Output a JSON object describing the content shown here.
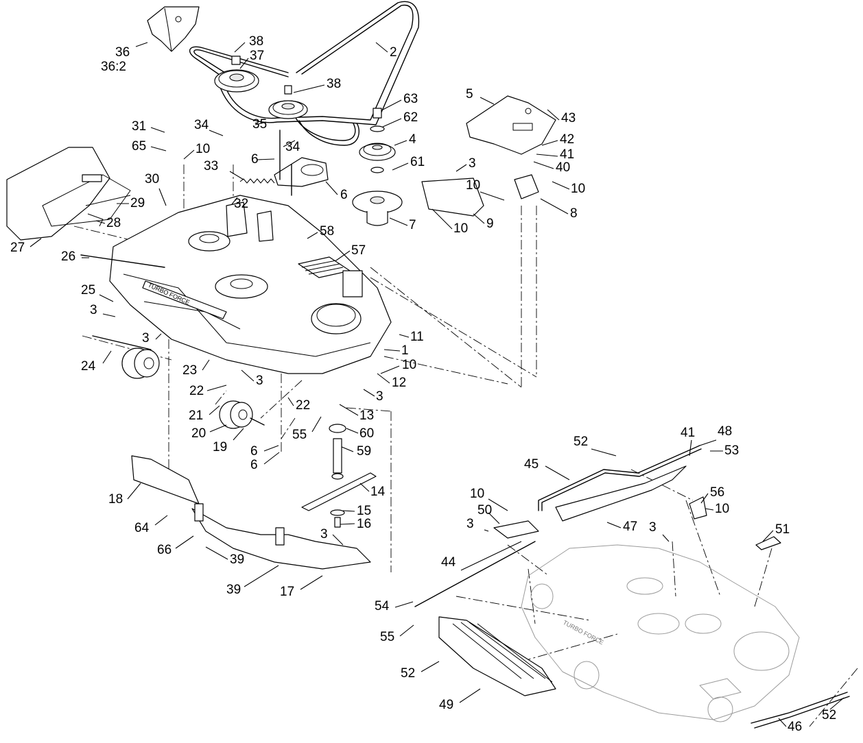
{
  "diagram": {
    "deck_text": "TURBO FORCE",
    "ghost_deck_text": "TURBO FORCE",
    "callouts": [
      {
        "label": "36"
      },
      {
        "label": "36:2"
      },
      {
        "label": "38"
      },
      {
        "label": "37"
      },
      {
        "label": "2"
      },
      {
        "label": "38"
      },
      {
        "label": "63"
      },
      {
        "label": "62"
      },
      {
        "label": "4"
      },
      {
        "label": "61"
      },
      {
        "label": "5"
      },
      {
        "label": "43"
      },
      {
        "label": "42"
      },
      {
        "label": "41"
      },
      {
        "label": "40"
      },
      {
        "label": "31"
      },
      {
        "label": "65"
      },
      {
        "label": "34"
      },
      {
        "label": "35"
      },
      {
        "label": "34"
      },
      {
        "label": "10"
      },
      {
        "label": "6"
      },
      {
        "label": "33"
      },
      {
        "label": "6"
      },
      {
        "label": "3"
      },
      {
        "label": "10"
      },
      {
        "label": "10"
      },
      {
        "label": "8"
      },
      {
        "label": "30"
      },
      {
        "label": "29"
      },
      {
        "label": "32"
      },
      {
        "label": "7"
      },
      {
        "label": "10"
      },
      {
        "label": "9"
      },
      {
        "label": "28"
      },
      {
        "label": "27"
      },
      {
        "label": "58"
      },
      {
        "label": "57"
      },
      {
        "label": "26"
      },
      {
        "label": "25"
      },
      {
        "label": "3"
      },
      {
        "label": "3"
      },
      {
        "label": "11"
      },
      {
        "label": "1"
      },
      {
        "label": "24"
      },
      {
        "label": "23"
      },
      {
        "label": "10"
      },
      {
        "label": "22"
      },
      {
        "label": "3"
      },
      {
        "label": "12"
      },
      {
        "label": "3"
      },
      {
        "label": "22"
      },
      {
        "label": "21"
      },
      {
        "label": "13"
      },
      {
        "label": "20"
      },
      {
        "label": "55"
      },
      {
        "label": "60"
      },
      {
        "label": "19"
      },
      {
        "label": "6"
      },
      {
        "label": "6"
      },
      {
        "label": "59"
      },
      {
        "label": "18"
      },
      {
        "label": "14"
      },
      {
        "label": "15"
      },
      {
        "label": "64"
      },
      {
        "label": "16"
      },
      {
        "label": "66"
      },
      {
        "label": "3"
      },
      {
        "label": "39"
      },
      {
        "label": "39"
      },
      {
        "label": "17"
      },
      {
        "label": "52"
      },
      {
        "label": "41"
      },
      {
        "label": "48"
      },
      {
        "label": "53"
      },
      {
        "label": "45"
      },
      {
        "label": "56"
      },
      {
        "label": "10"
      },
      {
        "label": "10"
      },
      {
        "label": "50"
      },
      {
        "label": "47"
      },
      {
        "label": "3"
      },
      {
        "label": "3"
      },
      {
        "label": "51"
      },
      {
        "label": "44"
      },
      {
        "label": "54"
      },
      {
        "label": "55"
      },
      {
        "label": "52"
      },
      {
        "label": "49"
      },
      {
        "label": "52"
      },
      {
        "label": "46"
      }
    ]
  }
}
